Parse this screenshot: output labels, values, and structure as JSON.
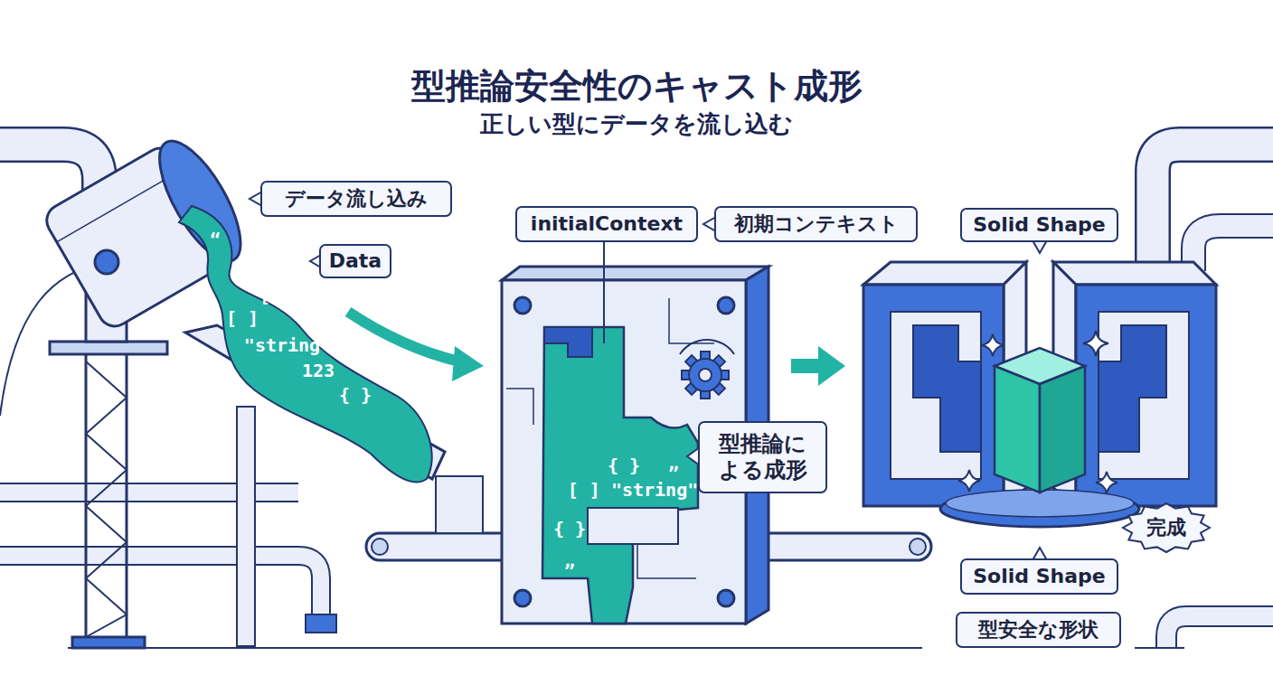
{
  "diagram": {
    "title": "型推論安全性のキャスト成形",
    "caption": "正しい型にデータを流し込む",
    "nodes": [
      {
        "text": [
          "データ流し込み"
        ]
      },
      {
        "text": [
          "Data"
        ]
      },
      {
        "text": [
          "initialContext"
        ]
      },
      {
        "text": [
          "初期コンテキスト"
        ]
      },
      {
        "text": [
          "Solid Shape"
        ]
      },
      {
        "text": [
          "型推論に よる成形"
        ]
      },
      {
        "text": [
          "完成"
        ]
      },
      {
        "text": [
          "Solid Shape"
        ]
      },
      {
        "text": [
          "型安全な形状"
        ]
      }
    ],
    "labels": [
      "“",
      "{ }",
      "[ ]",
      "„",
      "[ ]",
      "\"string\"",
      "123",
      "{ }",
      "{ }",
      "„",
      "[ ] \"string\"",
      "{ }",
      "„"
    ]
  }
}
